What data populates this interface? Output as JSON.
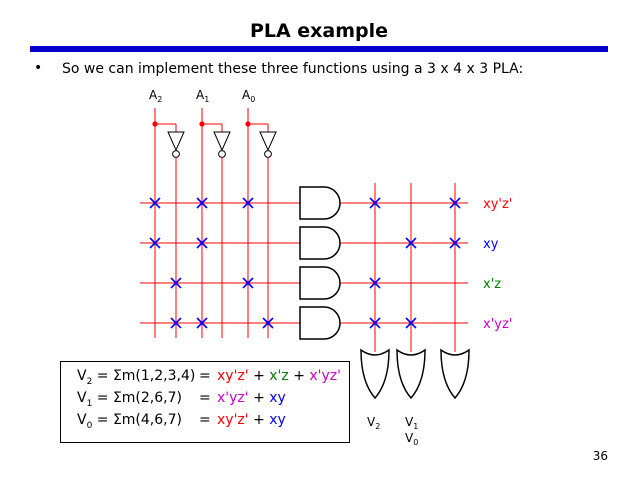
{
  "slide": {
    "title": "PLA example",
    "bullet": "•",
    "bullet_text": "So we can implement these three functions using a 3 x 4 x 3 PLA:",
    "page_number": "36"
  },
  "inputs": [
    {
      "base": "A",
      "sub": "2"
    },
    {
      "base": "A",
      "sub": "1"
    },
    {
      "base": "A",
      "sub": "0"
    }
  ],
  "products": [
    {
      "label": "xy'z'",
      "color": "#ff0000",
      "and_cross": [
        0,
        2,
        4
      ],
      "or_cross": [
        0,
        2
      ]
    },
    {
      "label": "xy",
      "color": "#0000ff",
      "and_cross": [
        0,
        2
      ],
      "or_cross": [
        1,
        2
      ]
    },
    {
      "label": "x'z",
      "color": "#008000",
      "and_cross": [
        1,
        4
      ],
      "or_cross": [
        0
      ]
    },
    {
      "label": "x'yz'",
      "color": "#cc00cc",
      "and_cross": [
        1,
        2,
        5
      ],
      "or_cross": [
        0,
        1
      ]
    }
  ],
  "outputs": [
    {
      "base": "V",
      "sub": "2"
    },
    {
      "base": "V",
      "sub": "1"
    },
    {
      "base": "V",
      "sub": "0"
    }
  ],
  "equations": [
    {
      "out": "V",
      "out_sub": "2",
      "lhs": "= Σm(1,2,3,4)",
      "eq": "=",
      "terms": [
        {
          "t": "xy'z'",
          "c": "t-red"
        },
        {
          "t": "+"
        },
        {
          "t": "x'z",
          "c": "t-green"
        },
        {
          "t": "+"
        },
        {
          "t": "x'yz'",
          "c": "t-purple"
        }
      ]
    },
    {
      "out": "V",
      "out_sub": "1",
      "lhs": "= Σm(2,6,7)",
      "eq": "=",
      "terms": [
        {
          "t": "x'yz'",
          "c": "t-purple"
        },
        {
          "t": "+"
        },
        {
          "t": "xy",
          "c": "t-blue"
        }
      ]
    },
    {
      "out": "V",
      "out_sub": "0",
      "lhs": "= Σm(4,6,7)",
      "eq": "=",
      "terms": [
        {
          "t": "xy'z'",
          "c": "t-red"
        },
        {
          "t": "+"
        },
        {
          "t": "xy",
          "c": "t-blue"
        }
      ]
    }
  ],
  "colors": {
    "wire": "#ff0000",
    "cross": "#0000ff",
    "rule": "#0000cc",
    "gate": "#000000"
  }
}
